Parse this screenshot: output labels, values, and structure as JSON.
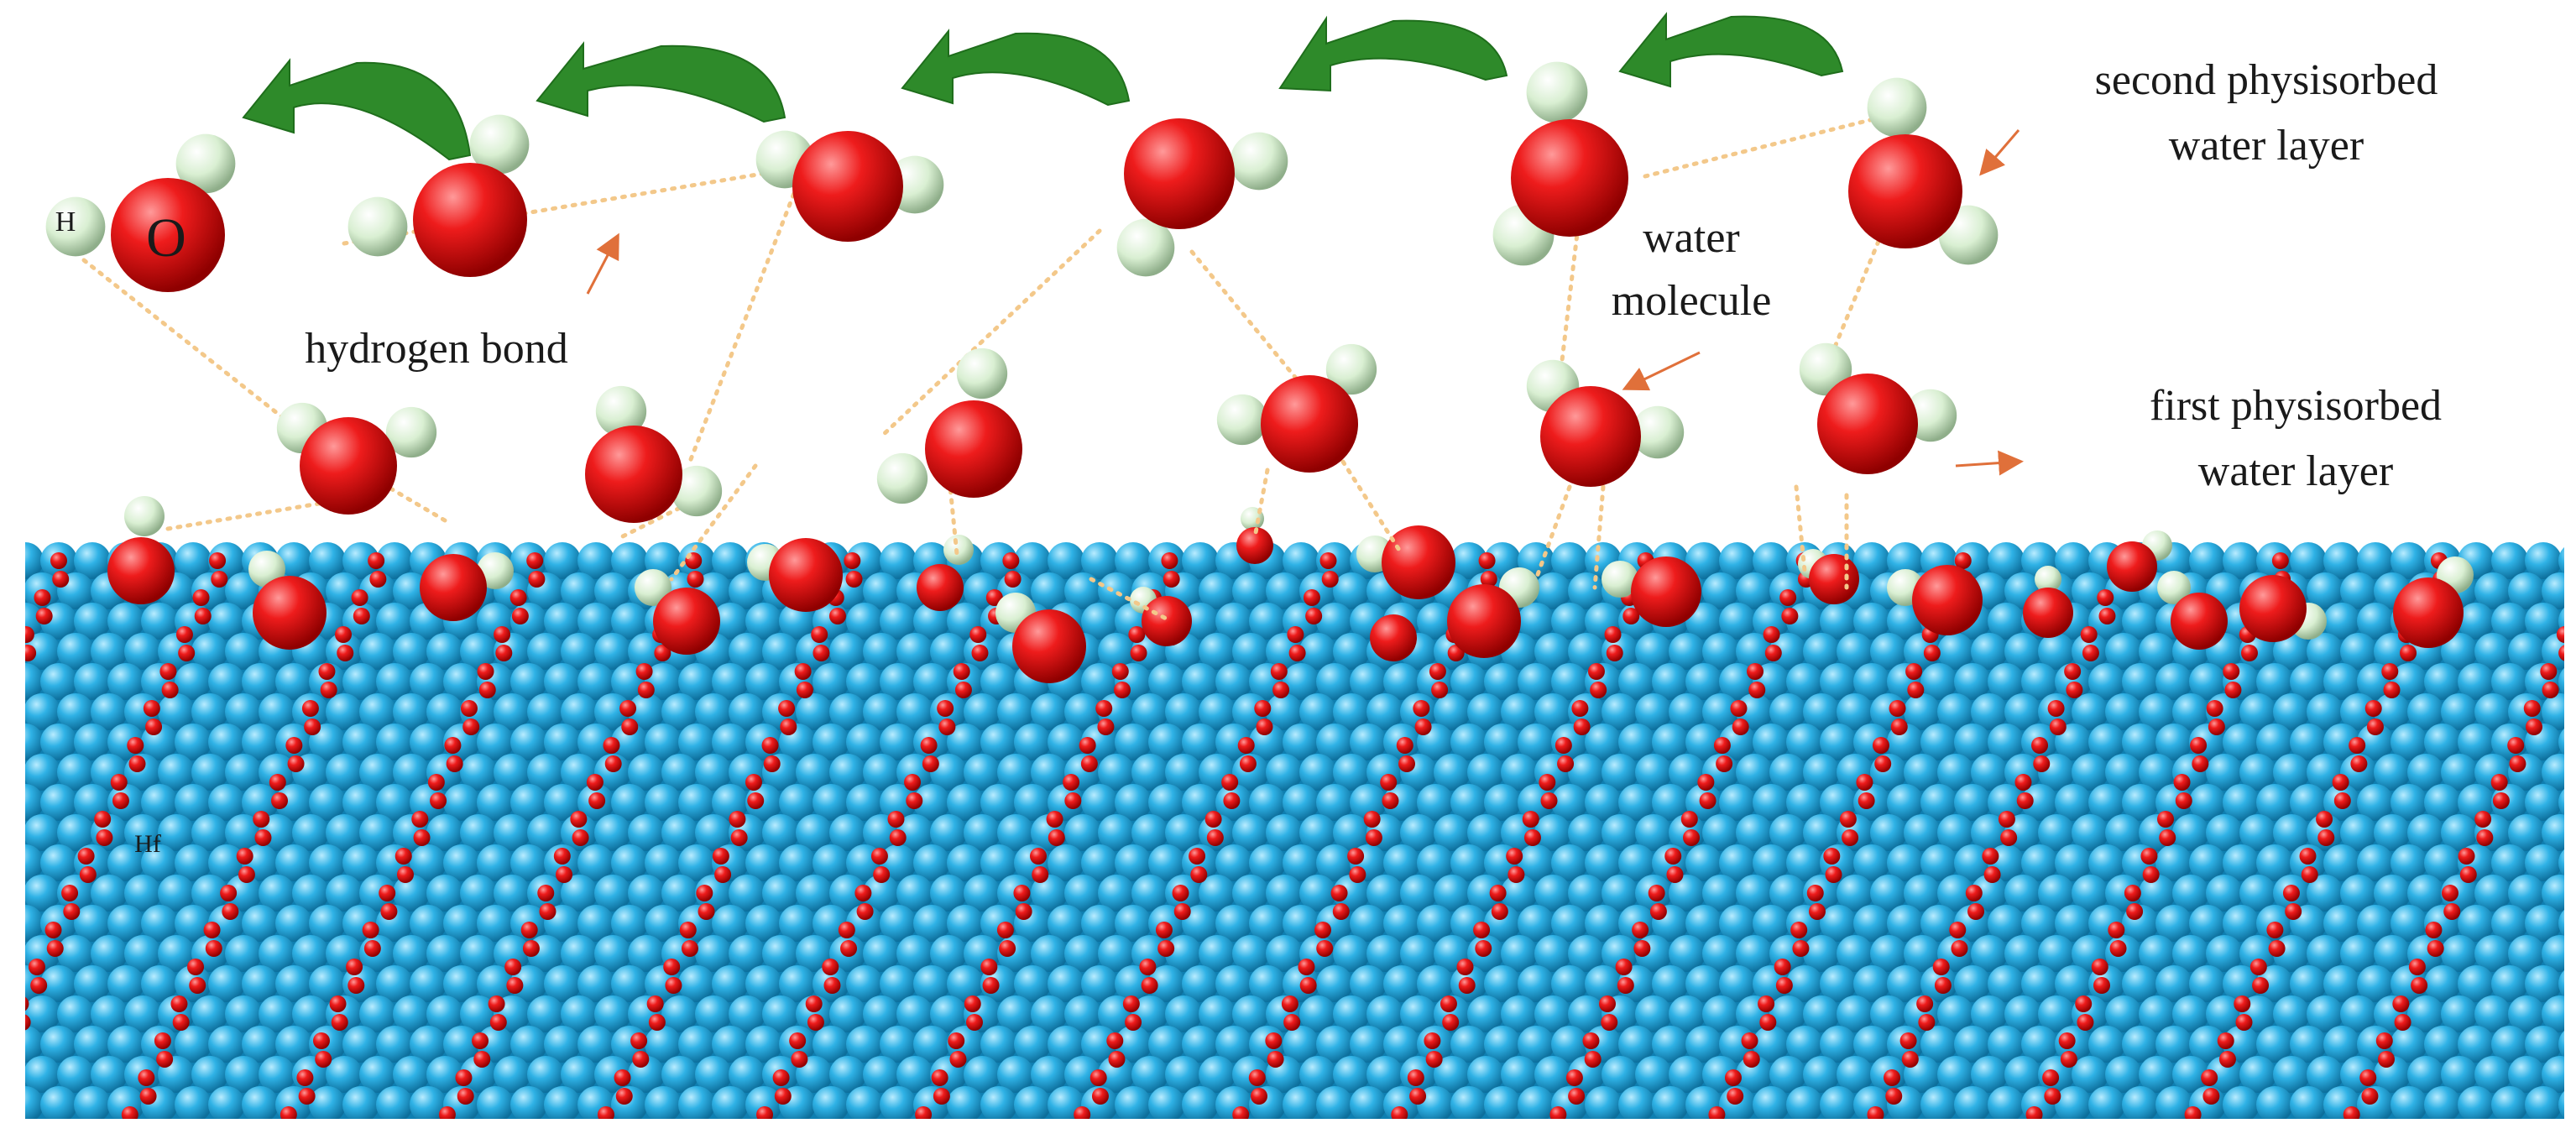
{
  "labels": {
    "second_layer_line1": "second physisorbed",
    "second_layer_line2": "water layer",
    "first_layer_line1": "first physisorbed",
    "first_layer_line2": "water layer",
    "water_line1": "water",
    "water_line2": "molecule",
    "hydrogen_bond": "hydrogen bond",
    "atom_H": "H",
    "atom_O": "O",
    "atom_Hf": "Hf"
  },
  "colors": {
    "oxygen": "#e8121a",
    "hydrogen": "#dcefd6",
    "hafnium": "#29a9df",
    "arrow_green": "#2e8a2a",
    "annotation_arrow": "#e0703a",
    "hbond_dots": "#f3c88a"
  }
}
